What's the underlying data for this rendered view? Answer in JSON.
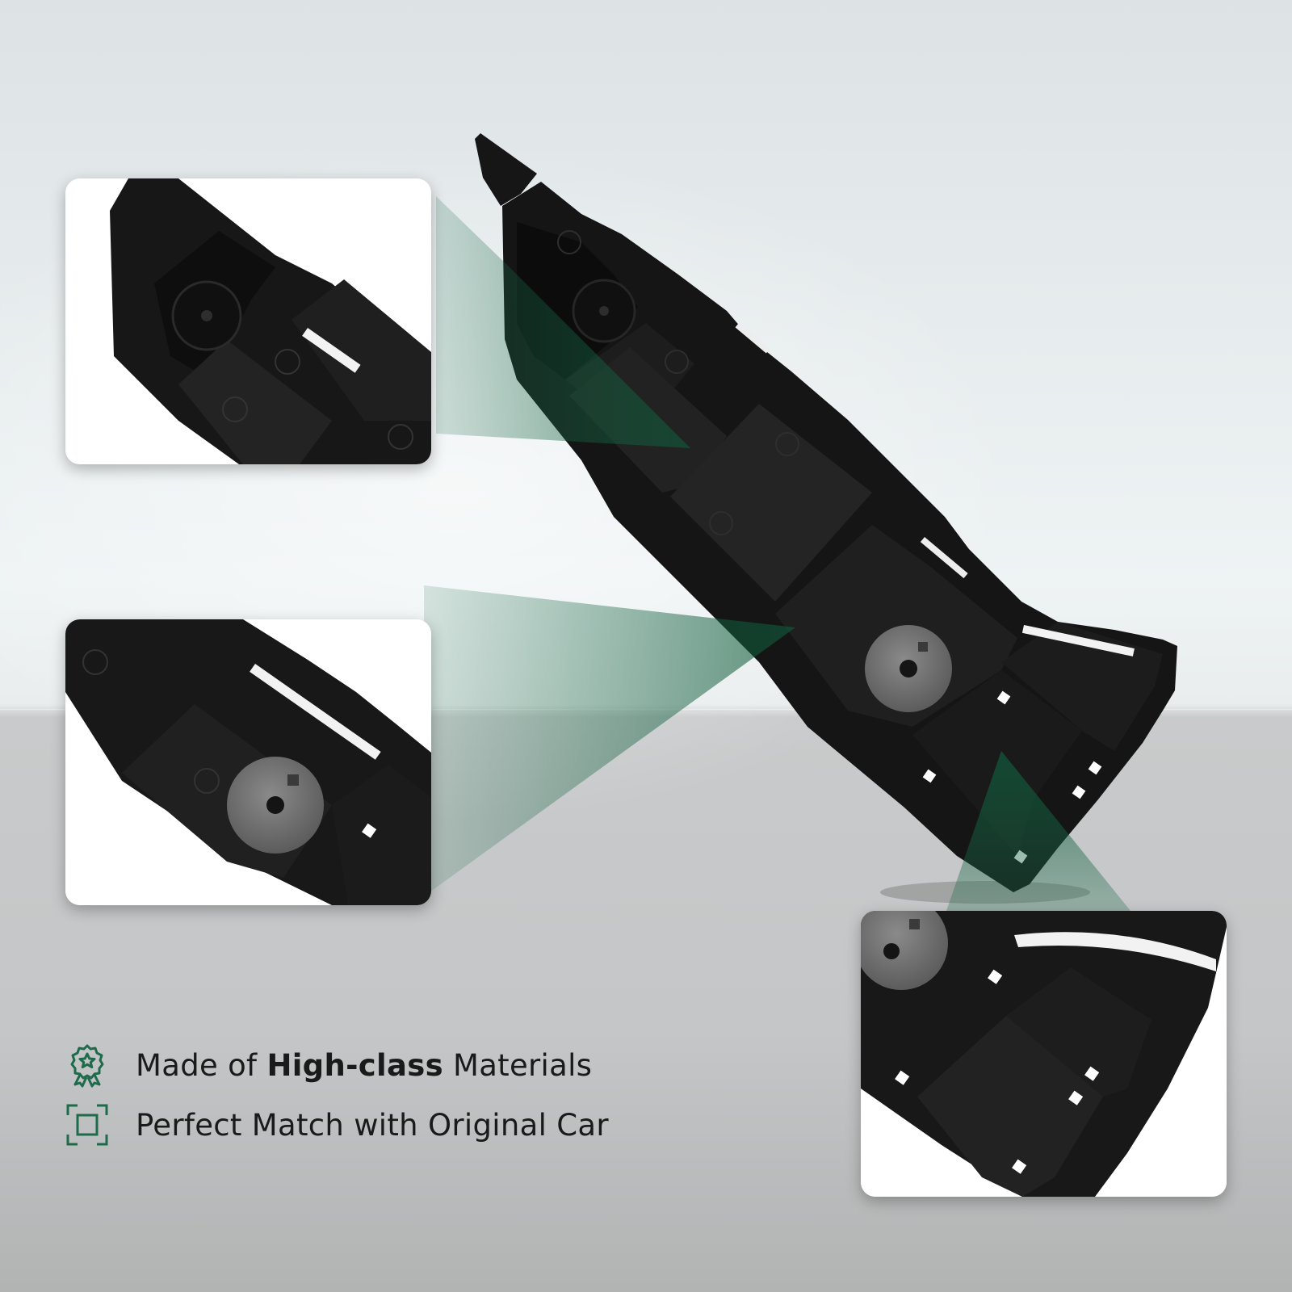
{
  "theme": {
    "accent": "#1d6b4b",
    "product_color": "#141414",
    "insert_color": "#6f6f6f",
    "card_background": "#ffffff"
  },
  "product": {
    "name": "bumper-bracket",
    "description_visible": false
  },
  "features": [
    {
      "icon": "award-ribbon-icon",
      "prefix": "Made of ",
      "highlight": "High-class",
      "suffix": " Materials"
    },
    {
      "icon": "fit-frame-icon",
      "text": "Perfect Match with Original Car"
    }
  ],
  "detail_cards": [
    {
      "id": "top",
      "zoom_target": "upper-mount-clip"
    },
    {
      "id": "middle",
      "zoom_target": "center-round-clip"
    },
    {
      "id": "bottom",
      "zoom_target": "lower-end-slots"
    }
  ]
}
